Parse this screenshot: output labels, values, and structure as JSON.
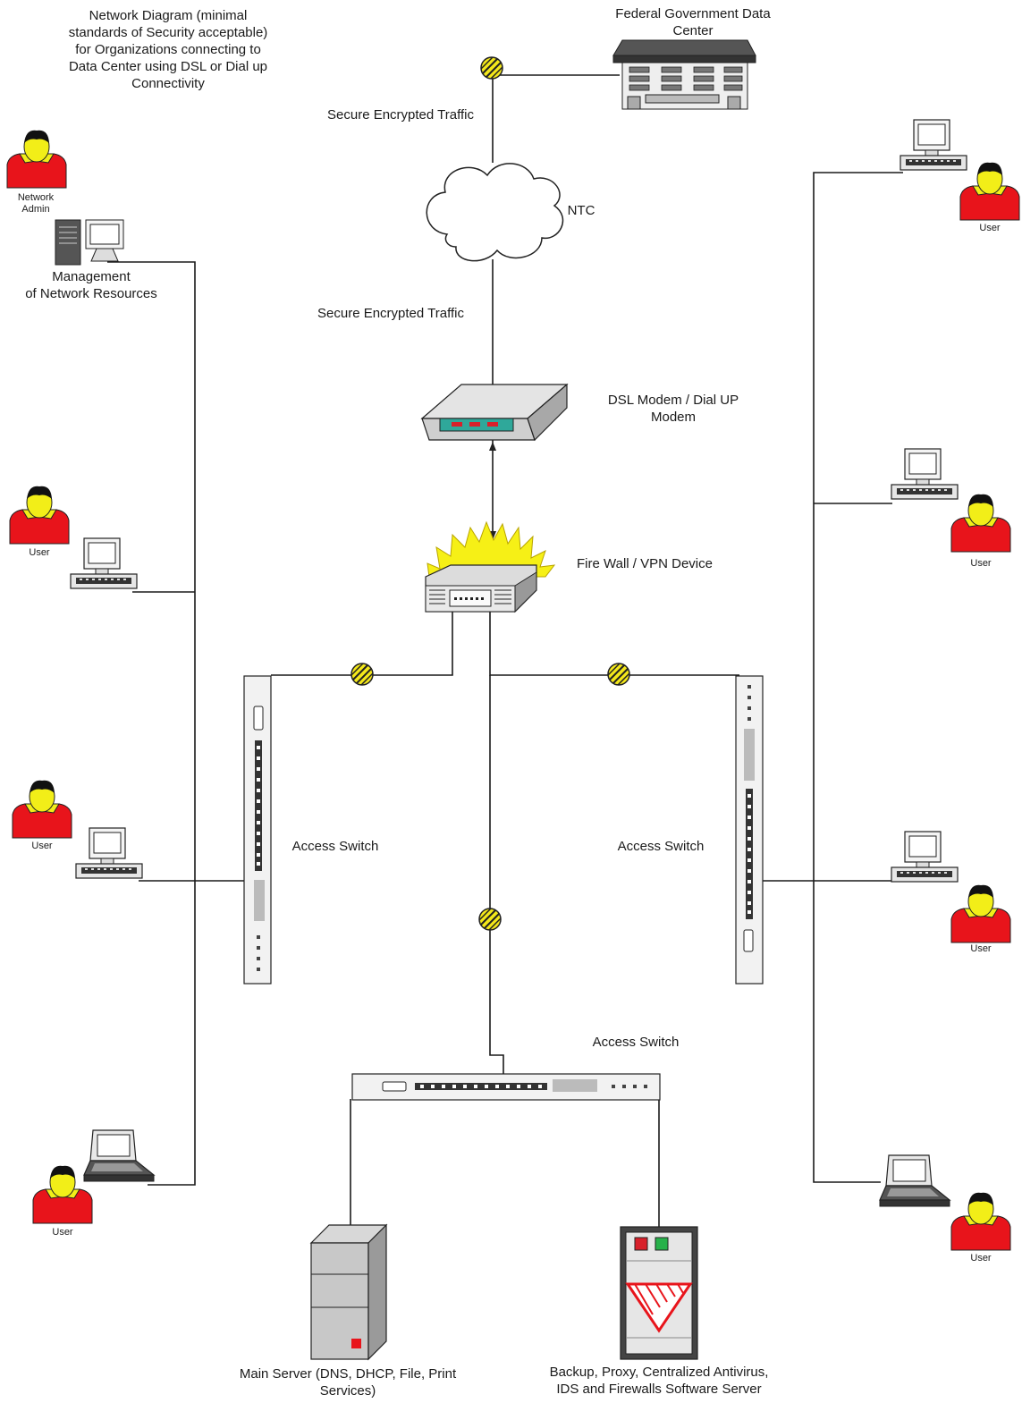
{
  "title": "Network Diagram  (minimal\nstandards of Security acceptable)\nfor Organizations connecting to\nData Center using DSL or Dial up\nConnectivity",
  "nodes": {
    "data_center": "Federal Government Data\nCenter",
    "traffic_top": "Secure Encrypted Traffic",
    "ntc": "NTC",
    "traffic_mid": "Secure Encrypted Traffic",
    "modem": "DSL Modem / Dial UP\nModem",
    "firewall": "Fire Wall / VPN Device",
    "switch_left": "Access Switch",
    "switch_right": "Access Switch",
    "switch_bottom": "Access Switch",
    "main_server": "Main Server (DNS, DHCP, File, Print\nServices)",
    "backup_server": "Backup, Proxy, Centralized  Antivirus,\nIDS and Firewalls Software Server",
    "admin_person": "Network\nAdmin",
    "management": "Management\nof Network Resources",
    "user": "User"
  },
  "colors": {
    "person_shirt": "#e8141b",
    "person_face": "#f2ee18",
    "lock": "#f4e81a",
    "flame": "#f6f016",
    "modem_panel": "#2fa89a",
    "modem_led": "#d8202a",
    "line": "#1a1a1a"
  }
}
